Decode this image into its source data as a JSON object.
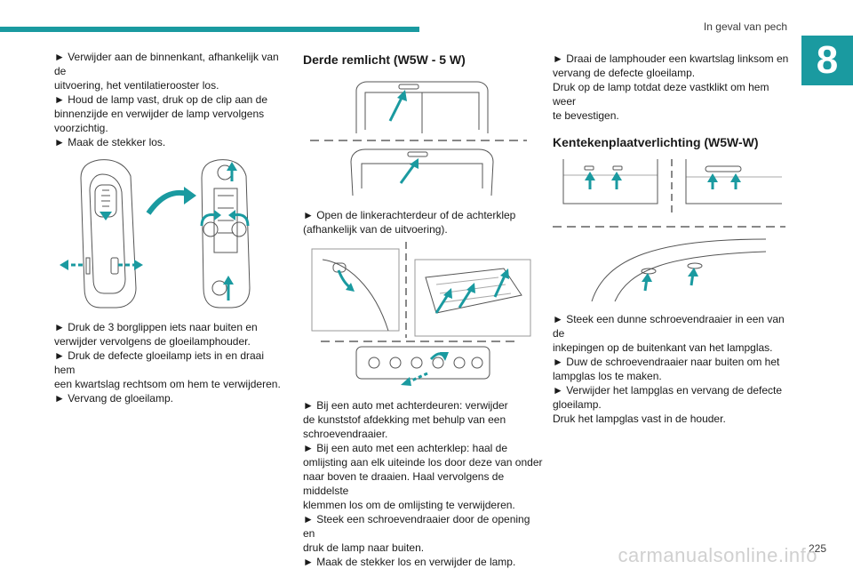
{
  "header": {
    "section_title": "In geval van pech",
    "chapter_number": "8"
  },
  "col1": {
    "top_text": [
      "► Verwijder aan de binnenkant, afhankelijk van de",
      "uitvoering, het ventilatierooster los.",
      "► Houd de lamp vast, druk op de clip aan de",
      "binnenzijde en verwijder de lamp vervolgens",
      "voorzichtig.",
      "► Maak de stekker los."
    ],
    "bottom_text": [
      "► Druk de 3 borglippen iets naar buiten en",
      "verwijder vervolgens de gloeilamphouder.",
      "► Druk de defecte gloeilamp iets in en draai hem",
      "een kwartslag rechtsom om hem te verwijderen.",
      "► Vervang de gloeilamp."
    ]
  },
  "col2": {
    "heading": "Derde remlicht (W5W - 5 W)",
    "text_a": [
      "► Open de linkerachterdeur of de achterklep",
      "(afhankelijk van de uitvoering)."
    ],
    "text_b": [
      "► Bij een auto met achterdeuren: verwijder",
      "de kunststof afdekking met behulp van een",
      "schroevendraaier.",
      "► Bij een auto met een achterklep: haal de",
      "omlijsting aan elk uiteinde los door deze van onder",
      "naar boven te draaien. Haal vervolgens de middelste",
      "klemmen los om de omlijsting te verwijderen.",
      "► Steek een schroevendraaier door de opening en",
      "druk de lamp naar buiten.",
      "► Maak de stekker los en verwijder de lamp."
    ]
  },
  "col3": {
    "text_a": [
      "► Draai de lamphouder een kwartslag linksom en",
      "vervang de defecte gloeilamp.",
      "Druk op de lamp totdat deze vastklikt om hem weer",
      "te bevestigen."
    ],
    "heading": "Kentekenplaatverlichting (W5W-W)",
    "text_b": [
      "► Steek een dunne schroevendraaier in een van de",
      "inkepingen op de buitenkant van het lampglas.",
      "► Duw de schroevendraaier naar buiten om het",
      "lampglas los te maken.",
      "► Verwijder het lampglas en vervang de defecte",
      "gloeilamp.",
      "Druk het lampglas vast in de houder."
    ]
  },
  "footer": {
    "page_number": "225",
    "watermark": "carmanualsonline.info"
  },
  "colors": {
    "accent": "#1a9aa0",
    "text": "#1a1a1a",
    "line_art": "#555555"
  }
}
